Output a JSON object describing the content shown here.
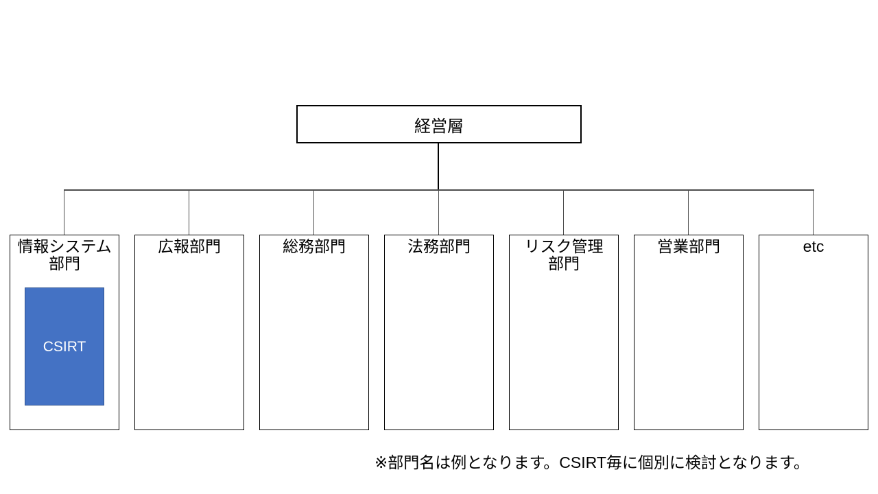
{
  "diagram": {
    "title_box": {
      "label": "経営層"
    },
    "departments": [
      {
        "label": "情報システム\n部門"
      },
      {
        "label": "広報部門"
      },
      {
        "label": "総務部門"
      },
      {
        "label": "法務部門"
      },
      {
        "label": "リスク管理\n部門"
      },
      {
        "label": "営業部門"
      },
      {
        "label": "etc"
      }
    ],
    "csirt": {
      "label": "CSIRT"
    }
  },
  "footer": {
    "note": "※部門名は例となります。CSIRT毎に個別に検討となります。"
  },
  "colors": {
    "background": "#ffffff",
    "box_border": "#000000",
    "connector": "#4d4d4d",
    "csirt_fill": "#4472c4",
    "csirt_border": "#2f528f",
    "csirt_text": "#ffffff",
    "text": "#000000"
  }
}
